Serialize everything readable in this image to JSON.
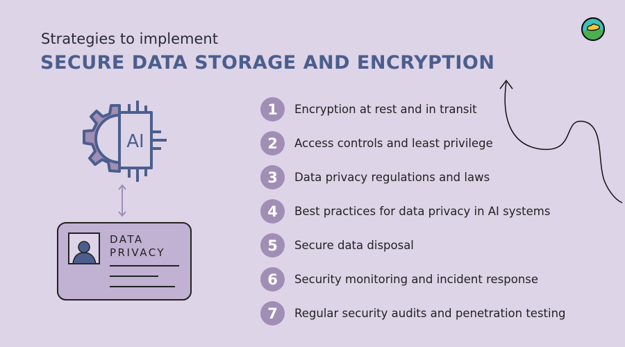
{
  "header": {
    "subtitle": "Strategies to implement",
    "title": "SECURE DATA STORAGE AND ENCRYPTION"
  },
  "illustration": {
    "chip_label": "AI",
    "card_line1": "DATA",
    "card_line2": "PRIVACY"
  },
  "items": [
    {
      "n": "1",
      "text": "Encryption at rest and in transit"
    },
    {
      "n": "2",
      "text": "Access controls and least privilege"
    },
    {
      "n": "3",
      "text": "Data privacy regulations and laws"
    },
    {
      "n": "4",
      "text": "Best practices for data privacy in AI systems"
    },
    {
      "n": "5",
      "text": "Secure data disposal"
    },
    {
      "n": "6",
      "text": "Security monitoring and incident response"
    },
    {
      "n": "7",
      "text": "Regular security audits and penetration testing"
    }
  ],
  "colors": {
    "background": "#ddd4e7",
    "title": "#4b5e8e",
    "badge": "#a08eb5"
  }
}
